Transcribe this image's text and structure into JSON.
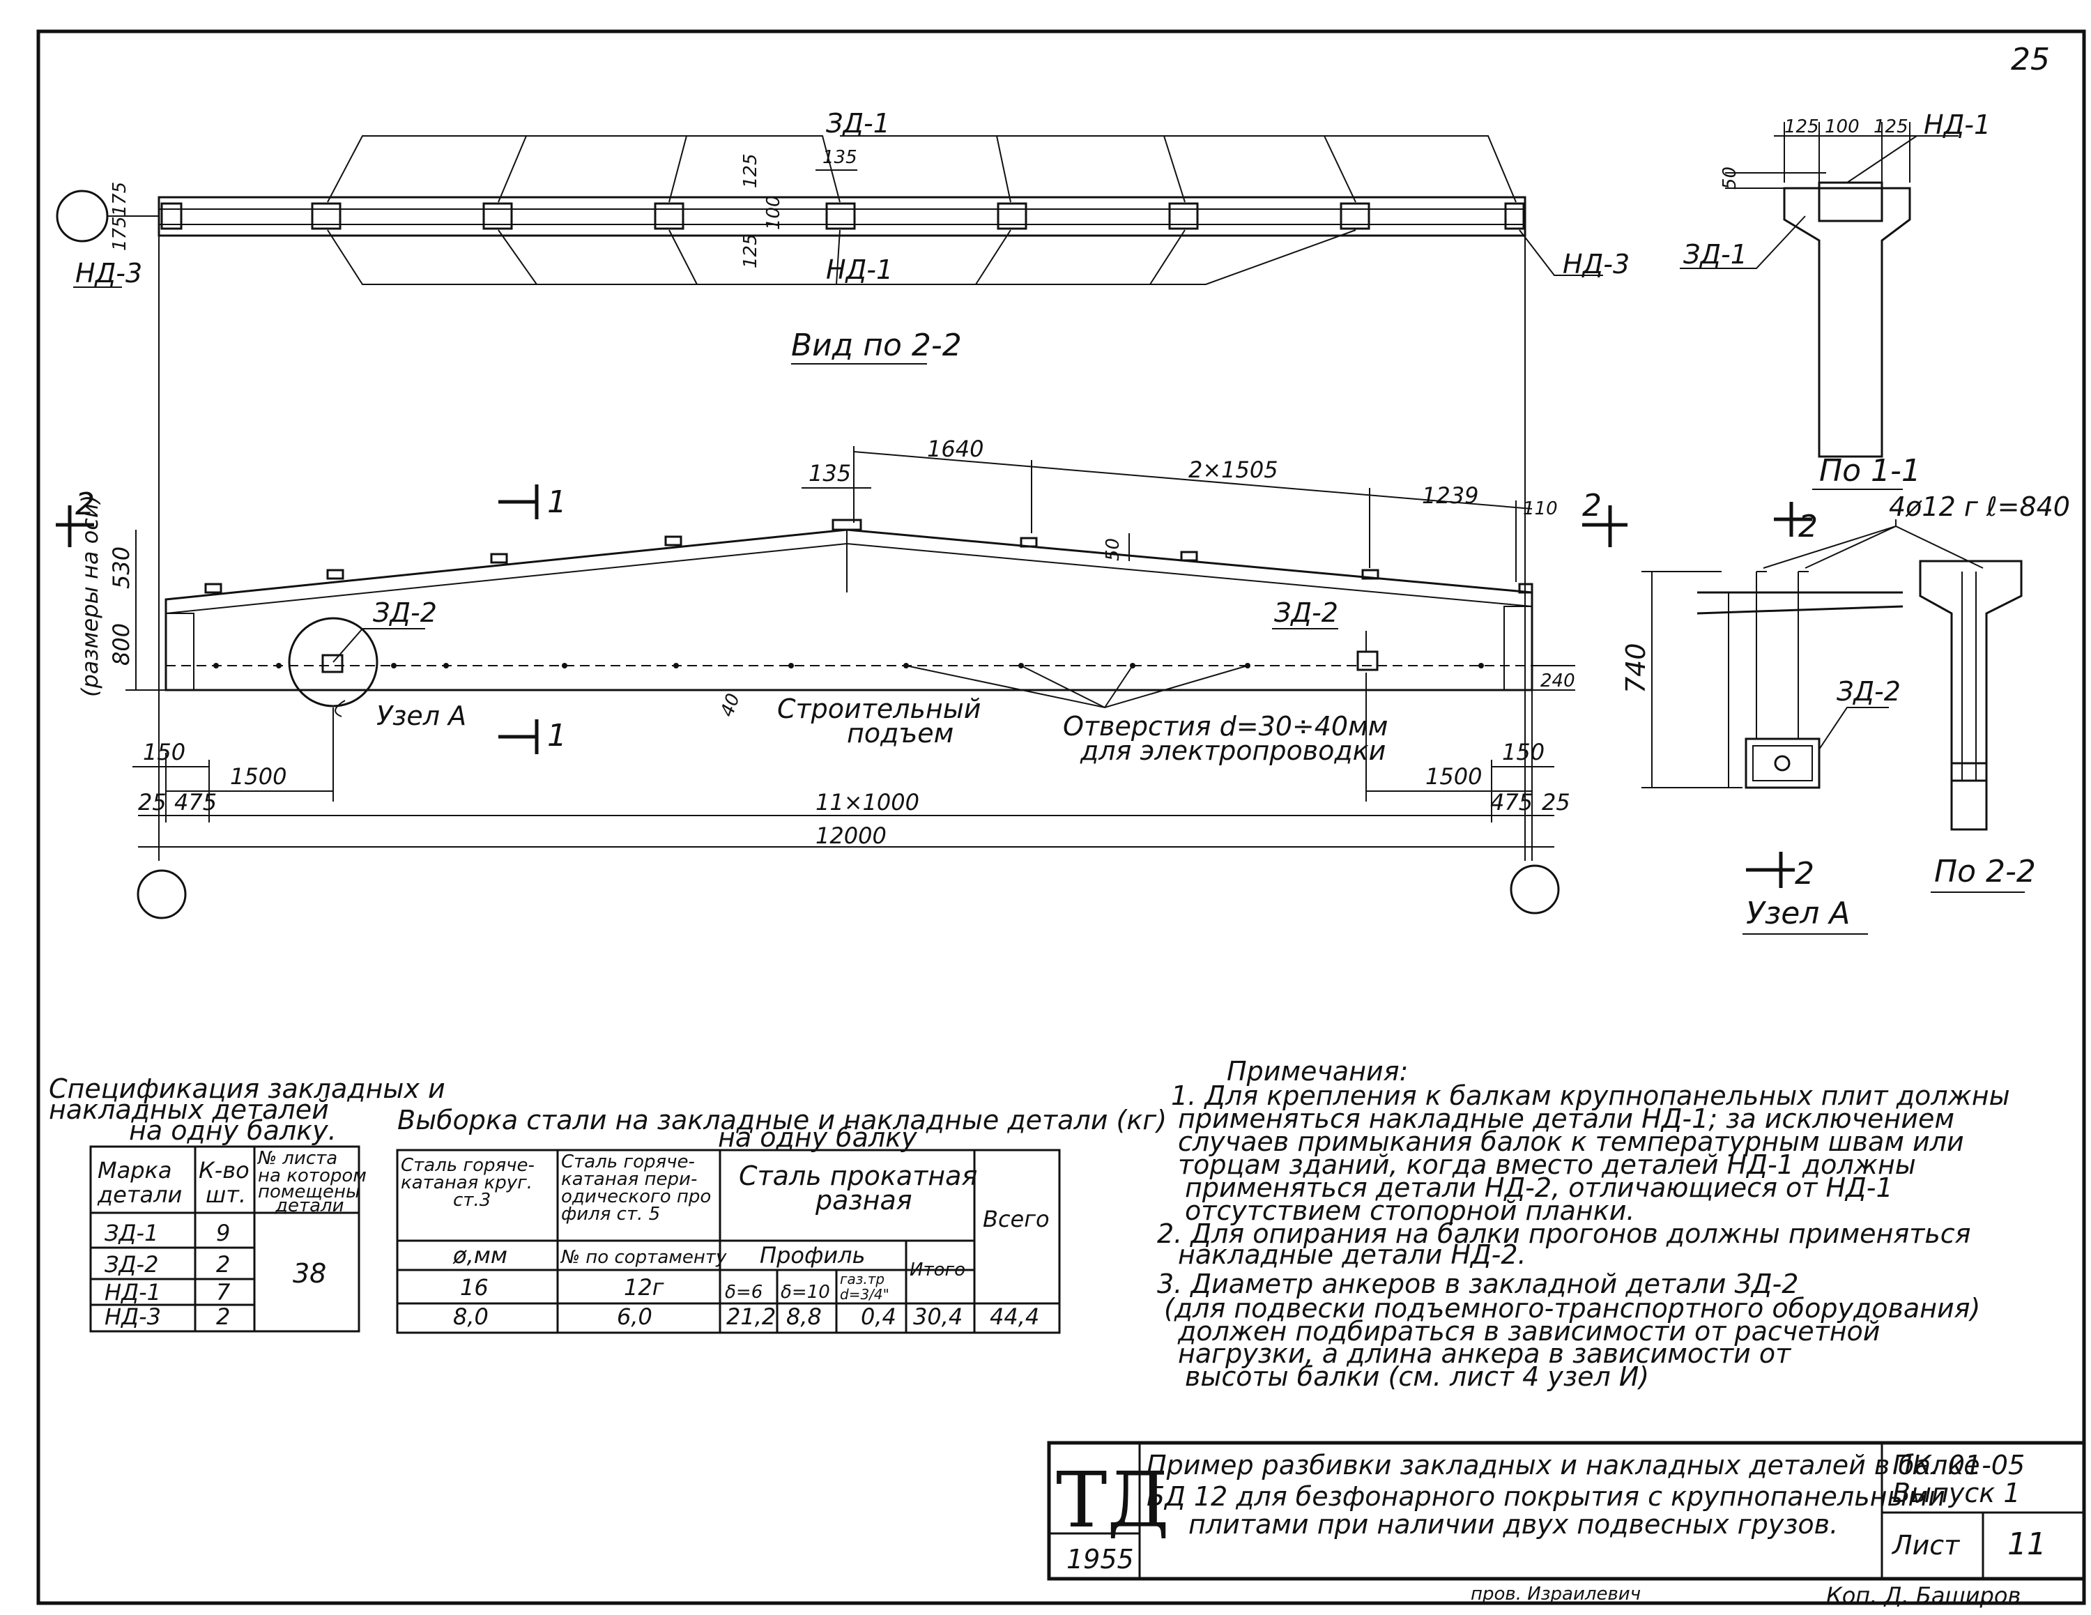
{
  "sheet_number_top": "25",
  "top_view": {
    "zd1": "ЗД-1",
    "nd1": "НД-1",
    "nd3_left": "НД-3",
    "nd3_right": "НД-3",
    "dim_135": "135",
    "dim_125_top": "125",
    "dim_100": "100",
    "dim_125_bot": "125",
    "dim_left": "175175",
    "title": "Вид по 2-2"
  },
  "side_view": {
    "dim_135": "135",
    "dim_1640": "1640",
    "dim_2x1505": "2×1505",
    "dim_1239": "1239",
    "dim_110": "110",
    "dim_50": "50",
    "dim_800": "800",
    "dim_530": "530",
    "dim_240": "240",
    "dim_40": "40",
    "side_note": "(размеры на оси)",
    "zd2_left": "ЗД-2",
    "zd2_right": "ЗД-2",
    "node_a": "Узел А",
    "camber_1": "Строительный",
    "camber_2": "подъем",
    "holes_1": "Отверстия d=30÷40мм",
    "holes_2": "для электропроводки",
    "cut1_top": "1",
    "cut1_bot": "1",
    "cut2_left": "2",
    "cut2_right": "2",
    "dim_150_l": "150",
    "dim_1500_l": "1500",
    "dim_150_r": "150",
    "dim_1500_r": "1500",
    "dim_25_l": "25",
    "dim_475_l": "475",
    "dim_11x1000": "11×1000",
    "dim_475_r": "475",
    "dim_25_r": "25",
    "dim_12000": "12000"
  },
  "section11": {
    "dim_125a": "125",
    "dim_100": "100",
    "dim_125b": "125",
    "dim_50": "50",
    "nd1": "НД-1",
    "zd1": "ЗД-1",
    "title": "По 1-1"
  },
  "node_a": {
    "rebar": "4ø12 г ℓ=840",
    "cut2_top": "2",
    "cut2_bot": "2",
    "dim_740": "740",
    "zd2": "ЗД-2",
    "title": "Узел А",
    "sec22": "По 2-2"
  },
  "spec_table": {
    "title_1": "Спецификация закладных и",
    "title_2": "накладных деталей",
    "title_3": "на одну балку.",
    "headers": [
      "Марка детали",
      "К-во шт.",
      "№ листа на котором помещены детали"
    ],
    "rows": [
      {
        "mark": "ЗД-1",
        "qty": "9"
      },
      {
        "mark": "ЗД-2",
        "qty": "2"
      },
      {
        "mark": "НД-1",
        "qty": "7"
      },
      {
        "mark": "НД-3",
        "qty": "2"
      }
    ],
    "sheet_ref": "38"
  },
  "steel_table": {
    "title_1": "Выборка стали на закладные и накладные детали (кг)",
    "title_2": "на одну балку",
    "h_round": "Сталь горячекатаная круг. ст.3",
    "h_periodic": "Сталь горячекатаная периодического профиля ст. 5",
    "h_rolled": "Сталь прокатная разная",
    "h_total_all": "Всего",
    "h_diam": "ø,мм",
    "h_sortament": "№ по сортаменту",
    "h_profile": "Профиль",
    "h_itogo": "Итого",
    "v_diam": "16",
    "v_sort": "12г",
    "p1": "δ=6",
    "p2": "δ=10",
    "p3": "газ.тр d=3/4\"",
    "r_round": "8,0",
    "r_periodic": "6,0",
    "r_p1": "21,2",
    "r_p2": "8,8",
    "r_p3": "0,4",
    "r_itogo": "30,4",
    "r_total": "44,4"
  },
  "notes": {
    "title": "Примечания:",
    "lines": [
      "1. Для крепления к балкам крупнопанельных плит должны",
      "применяться накладные детали НД-1; за исключением",
      "случаев примыкания балок к температурным швам или",
      "торцам зданий, когда вместо деталей НД-1 должны",
      "применяться детали НД-2, отличающиеся от НД-1",
      "отсутствием стопорной планки.",
      "2. Для опирания на балки прогонов должны применяться",
      "накладные детали НД-2.",
      "3. Диаметр анкеров в закладной детали ЗД-2",
      "(для подвески подъемного-транспортного оборудования)",
      "должен подбираться в зависимости от расчетной",
      "нагрузки, а длина анкера в зависимости от",
      "высоты балки (см. лист 4 узел И)"
    ]
  },
  "title_block": {
    "logo": "ТД",
    "year": "1955",
    "desc_1": "Пример разбивки закладных и накладных деталей в балке",
    "desc_2": "БД 12 для безфонарного покрытия с крупнопанельными",
    "desc_3": "плитами при наличии двух подвесных грузов.",
    "code": "ПК. 01-05",
    "issue": "Выпуск 1",
    "sheet_label": "Лист",
    "sheet_no": "11",
    "checked": "пров. Израилевич",
    "copied": "Коп. Д. Баширов"
  }
}
